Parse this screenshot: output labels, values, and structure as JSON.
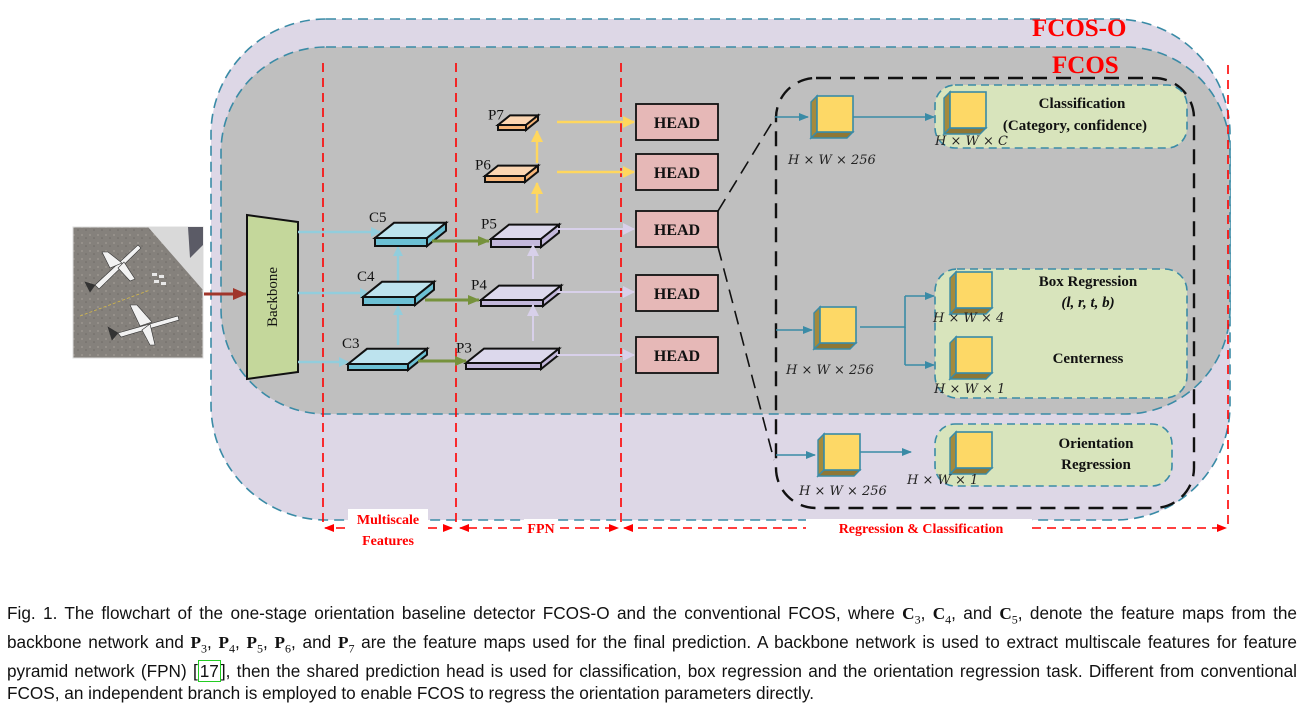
{
  "figure": {
    "outer_region_label": "FCOS-O",
    "inner_region_label": "FCOS",
    "input_image": "aerial airport image with airplanes",
    "backbone_label": "Backbone",
    "c_features": [
      "C5",
      "C4",
      "C3"
    ],
    "p_features": [
      "P7",
      "P6",
      "P5",
      "P4",
      "P3"
    ],
    "head_label": "HEAD",
    "head_count": 5,
    "branches": {
      "classification": {
        "input_dim": "H × W × 256",
        "output_dim": "H × W × C",
        "title": "Classification",
        "subtitle": "(Category, confidence)"
      },
      "regression": {
        "input_dim": "H × W × 256",
        "box_output_dim": "H × W × 4",
        "box_title": "Box Regression",
        "box_subtitle": "(l, r, t, b)",
        "center_output_dim": "H × W × 1",
        "center_title": "Centerness"
      },
      "orientation": {
        "input_dim": "H × W × 256",
        "output_dim": "H × W × 1",
        "title_line1": "Orientation",
        "title_line2": "Regression"
      }
    },
    "stages": {
      "multiscale_line1": "Multiscale",
      "multiscale_line2": "Features",
      "fpn": "FPN",
      "reg_cls": "Regression & Classification"
    },
    "colors": {
      "outer_fill": "#ddd7e6",
      "inner_fill": "#bfbfbf",
      "dashed_teal": "#3a8ba6",
      "stage_red": "#ff0000",
      "c_feature": "#bde3ee",
      "p_feature": "#dcd8ec",
      "p_top_feature": "#fcd6b2",
      "head_fill": "#e6b8b7",
      "backbone_fill": "#c4d79b",
      "branch_box_fill": "#d8e4bc",
      "cube_fill": "#fdd866",
      "arrow_green": "#76923c",
      "arrow_yellow": "#ffd75e",
      "arrow_blue": "#92cddc",
      "arrow_red": "#a0362b"
    }
  },
  "caption": {
    "p1": "Fig. 1. The flowchart of the one-stage orientation baseline detector FCOS-O and the conventional FCOS, where ",
    "c3": "C",
    "c3_sub": "3",
    "sep1": ", ",
    "c4": "C",
    "c4_sub": "4",
    "sep2": ", and ",
    "c5": "C",
    "c5_sub": "5",
    "p2": ", denote the feature maps from the backbone network and ",
    "p3m": "P",
    "p3_sub": "3",
    "s3": ", ",
    "p4m": "P",
    "p4_sub": "4",
    "s4": ", ",
    "p5m": "P",
    "p5_sub": "5",
    "s5": ", ",
    "p6m": "P",
    "p6_sub": "6",
    "s6": ", and ",
    "p7m": "P",
    "p7_sub": "7",
    "p3": " are the feature maps used for the final prediction. A backbone network is used to extract multiscale features for feature pyramid network (FPN) [",
    "ref": "17",
    "p4": "], then the shared prediction head is used for classification, box regression and the orientation regression task. Different from conventional FCOS, an independent branch is employed to enable FCOS to regress the orientation parameters directly."
  }
}
